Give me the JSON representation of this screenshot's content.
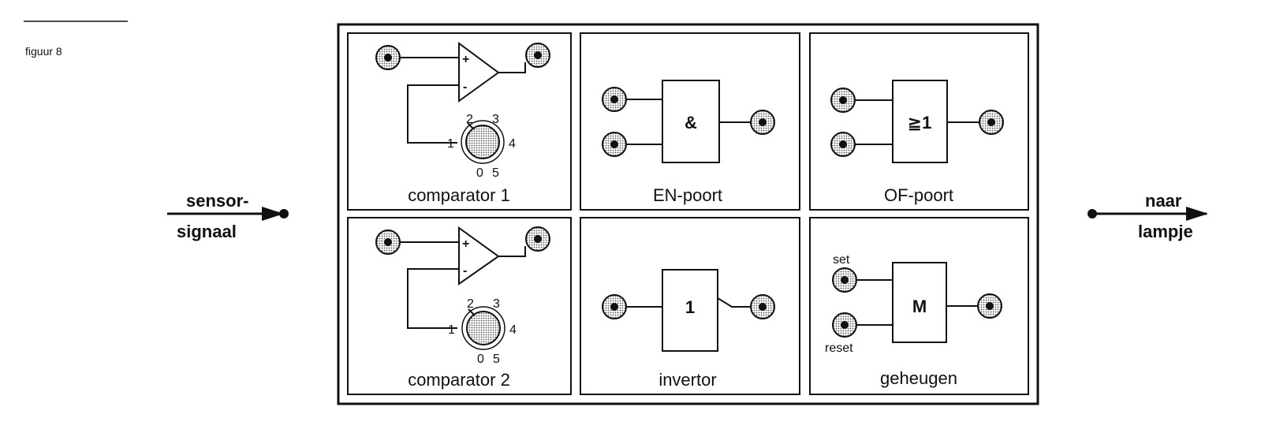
{
  "figure_label": "figuur 8",
  "input_signal": {
    "line1": "sensor-",
    "line2": "signaal"
  },
  "output_signal": {
    "line1": "naar",
    "line2": "lampje"
  },
  "modules": {
    "comparator1": {
      "label": "comparator 1",
      "plus": "+",
      "minus": "-",
      "dial": [
        "0",
        "1",
        "2",
        "3",
        "4",
        "5"
      ]
    },
    "en_poort": {
      "label": "EN-poort",
      "symbol": "&"
    },
    "of_poort": {
      "label": "OF-poort",
      "symbol": "≧1"
    },
    "comparator2": {
      "label": "comparator 2",
      "plus": "+",
      "minus": "-",
      "dial": [
        "0",
        "1",
        "2",
        "3",
        "4",
        "5"
      ]
    },
    "invertor": {
      "label": "invertor",
      "symbol": "1"
    },
    "geheugen": {
      "label": "geheugen",
      "symbol": "M",
      "set": "set",
      "reset": "reset"
    }
  }
}
